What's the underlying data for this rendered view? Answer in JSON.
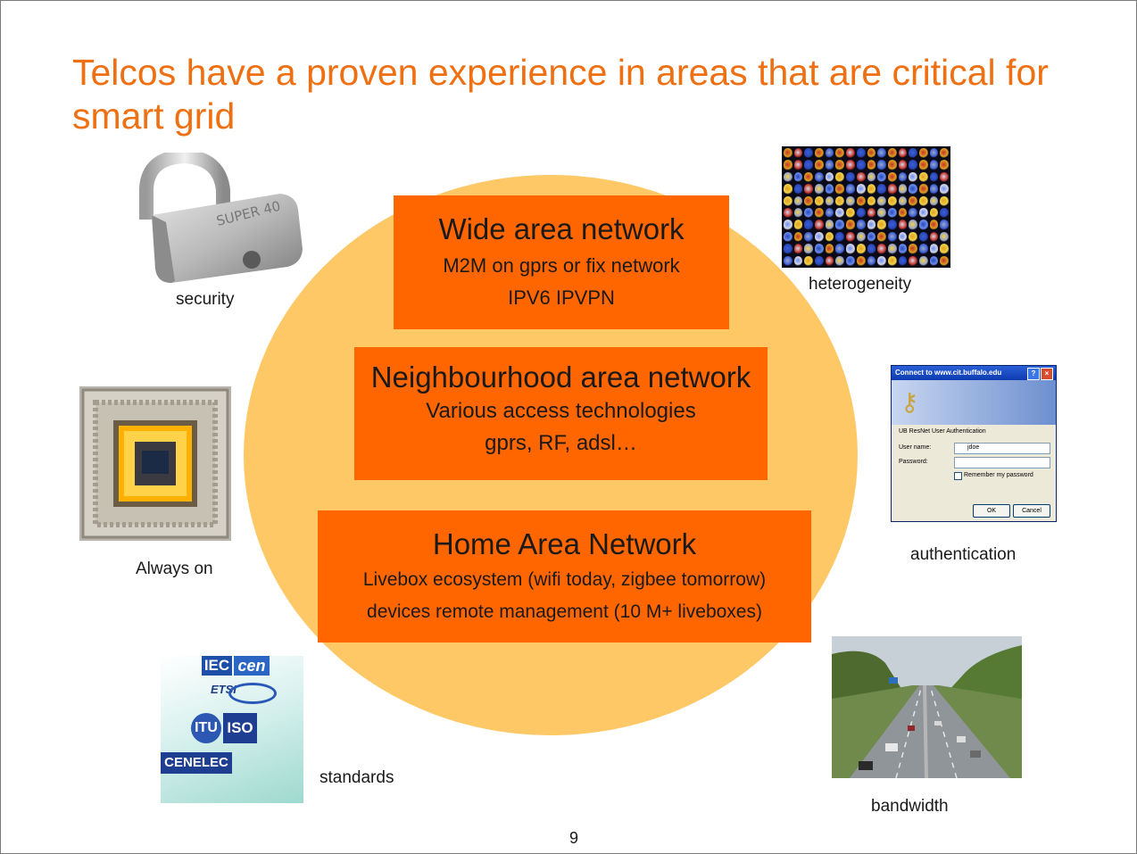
{
  "title": "Telcos have a proven experience in areas that are critical for smart grid",
  "boxes": {
    "wan": {
      "heading": "Wide area network",
      "line1": "M2M on gprs or fix network",
      "line2": "IPV6 IPVPN"
    },
    "nan": {
      "heading": "Neighbourhood area network",
      "line1": "Various access technologies",
      "line2": "gprs, RF, adsl…"
    },
    "han": {
      "heading": "Home Area Network",
      "line1": "Livebox ecosystem (wifi today, zigbee tomorrow)",
      "line2": "devices remote management (10 M+ liveboxes)"
    }
  },
  "captions": {
    "security": "security",
    "heterogeneity": "heterogeneity",
    "always_on": "Always on",
    "authentication": "authentication",
    "standards": "standards",
    "bandwidth": "bandwidth"
  },
  "images": {
    "padlock_text": "SUPER 40",
    "standards_logos": [
      "IEC",
      "cen",
      "ETSI",
      "ITU",
      "ISO",
      "CENELEC"
    ],
    "dialog": {
      "title": "Connect to www.cit.buffalo.edu",
      "subtitle": "UB ResNet User Authentication",
      "user_label": "User name:",
      "user_value": "jdoe",
      "password_label": "Password:",
      "remember_label": "Remember my password",
      "ok_label": "OK",
      "cancel_label": "Cancel"
    }
  },
  "page_number": "9",
  "colors": {
    "title": "#ef7012",
    "box": "#ff6600",
    "circle": "#ffc866"
  }
}
